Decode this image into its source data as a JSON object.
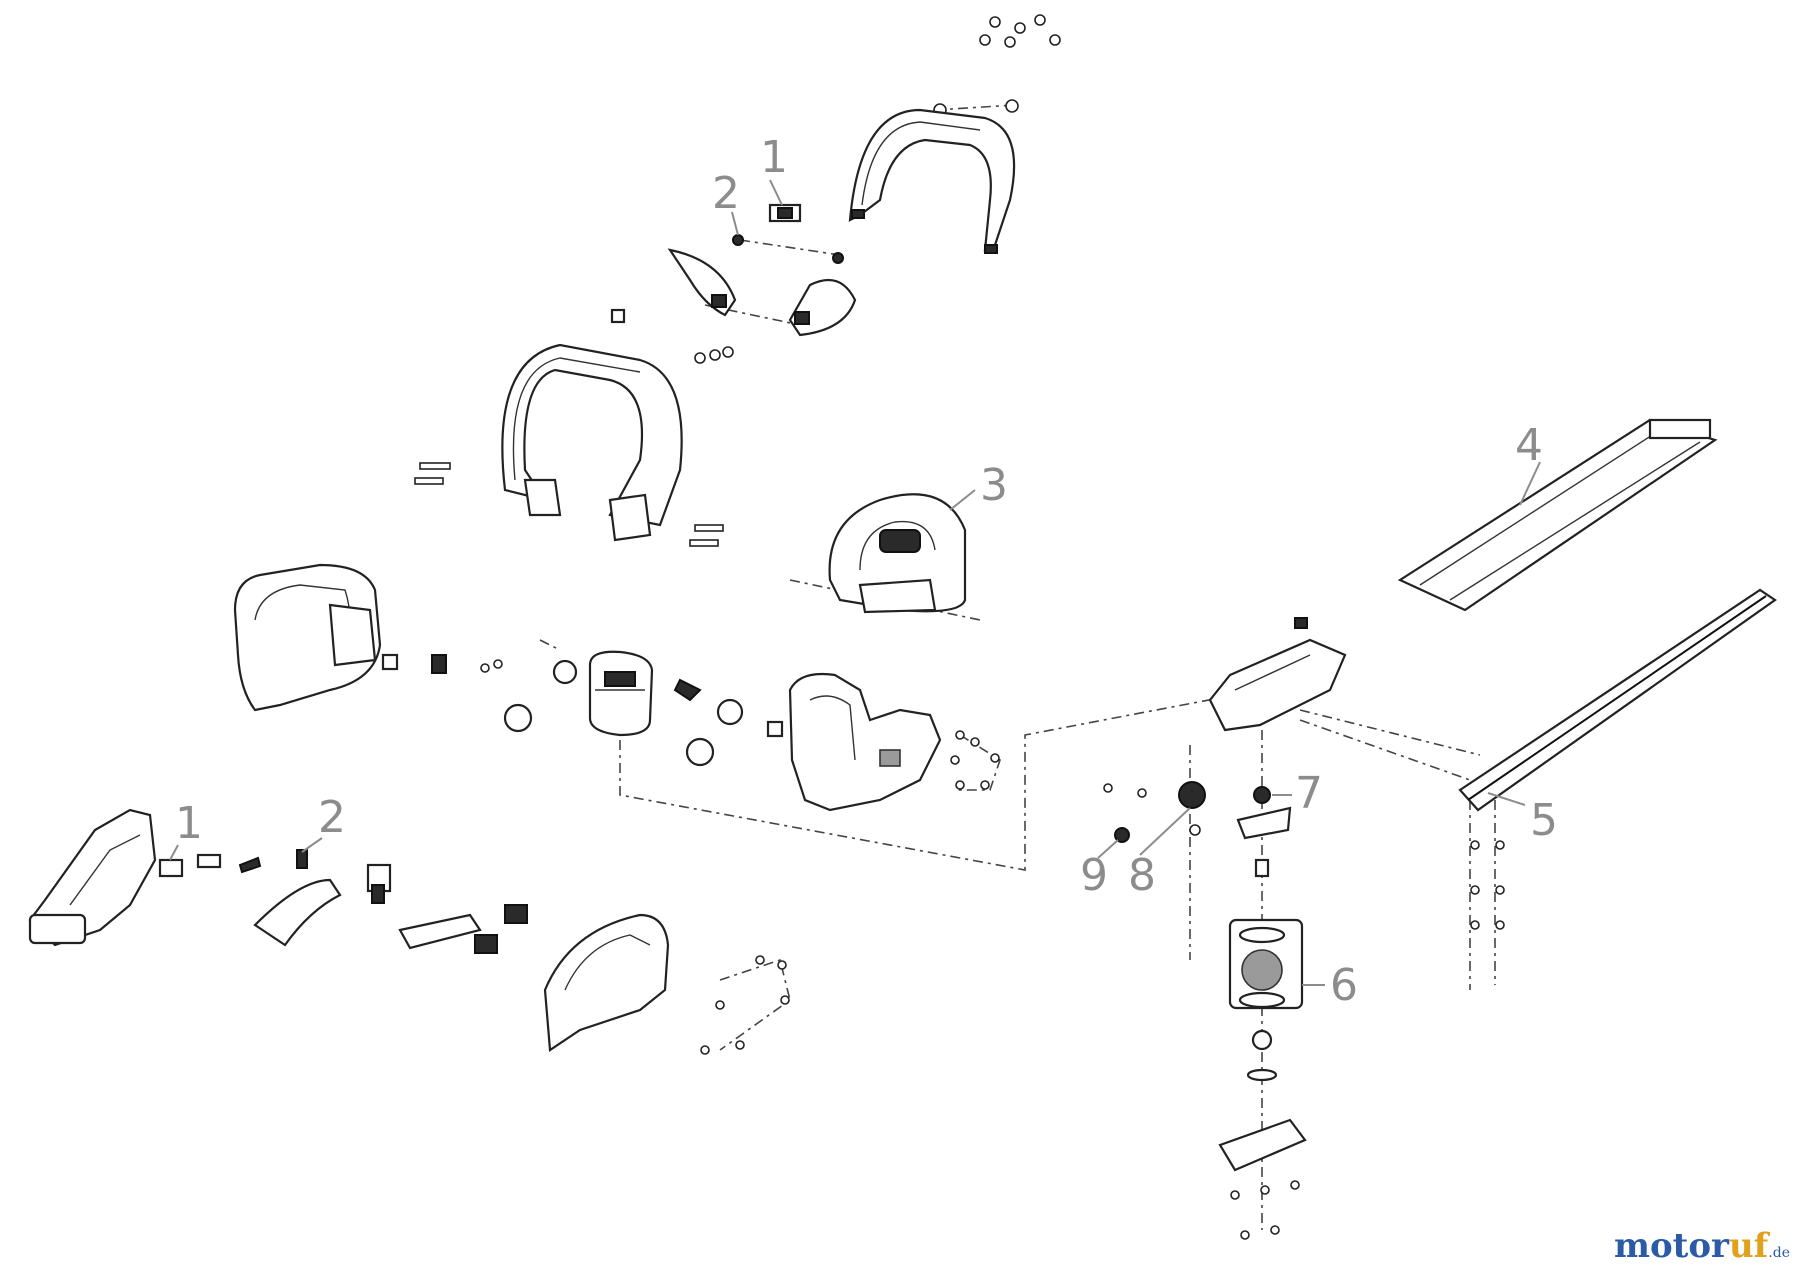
{
  "diagram": {
    "callouts": [
      "1",
      "2",
      "3",
      "4",
      "5",
      "6",
      "7",
      "8",
      "9",
      "1",
      "2"
    ]
  },
  "branding": {
    "logo_main": "motor",
    "logo_accent": "uf",
    "logo_tld": ".de",
    "colors": {
      "primary": "#2b5aa6",
      "accent": "#e0a21c",
      "callout": "#8c8c8c"
    }
  }
}
